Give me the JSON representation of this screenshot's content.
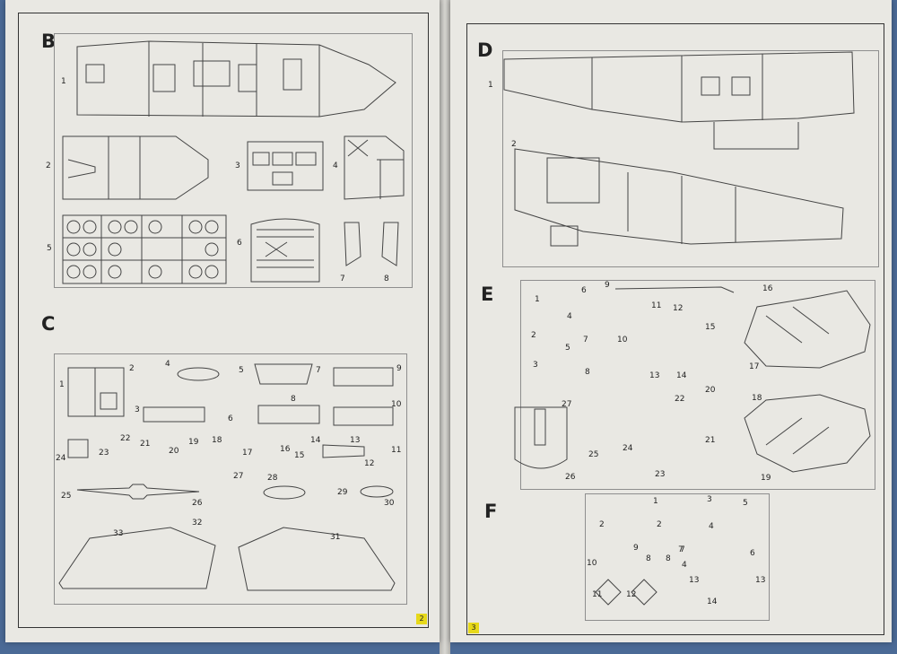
{
  "left_page": {
    "section_b": {
      "letter": "B",
      "labels": [
        "1",
        "2",
        "3",
        "4",
        "5",
        "6",
        "7",
        "8"
      ]
    },
    "section_c": {
      "letter": "C",
      "labels": [
        "1",
        "2",
        "3",
        "4",
        "5",
        "6",
        "7",
        "8",
        "9",
        "10",
        "11",
        "12",
        "13",
        "14",
        "15",
        "16",
        "17",
        "18",
        "19",
        "20",
        "21",
        "22",
        "23",
        "24",
        "25",
        "26",
        "27",
        "28",
        "29",
        "30",
        "31",
        "32",
        "33"
      ]
    },
    "page_number": "2"
  },
  "right_page": {
    "section_d": {
      "letter": "D",
      "labels": [
        "1",
        "2"
      ]
    },
    "section_e": {
      "letter": "E",
      "labels": [
        "1",
        "2",
        "3",
        "4",
        "5",
        "6",
        "7",
        "8",
        "9",
        "10",
        "11",
        "12",
        "13",
        "14",
        "15",
        "16",
        "17",
        "18",
        "19",
        "20",
        "21",
        "22",
        "23",
        "24",
        "25",
        "26",
        "27"
      ]
    },
    "section_f": {
      "letter": "F",
      "labels": [
        "1",
        "2",
        "2",
        "3",
        "4",
        "5",
        "6",
        "7",
        "8",
        "9",
        "10",
        "11",
        "12",
        "13",
        "13",
        "14",
        "4",
        "7",
        "8"
      ]
    },
    "page_number": "3"
  },
  "colors": {
    "page_number_bg": "#e6d81a",
    "background": "#4b6a96",
    "paper": "#e9e8e3"
  }
}
